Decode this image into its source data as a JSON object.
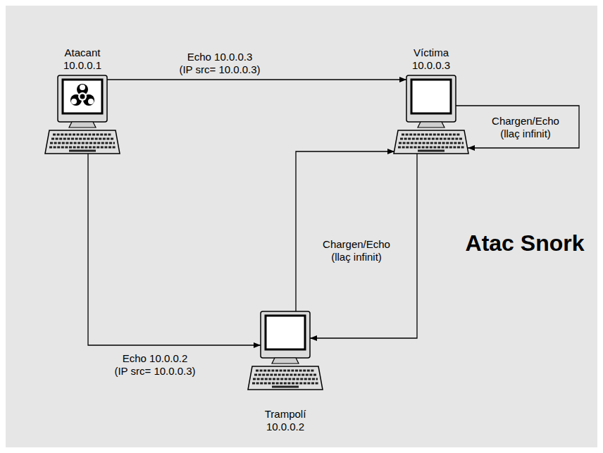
{
  "diagram": {
    "title": "Atac Snork",
    "nodes": [
      {
        "text": [
          "Atacant",
          "10.0.0.1"
        ]
      },
      {
        "text": [
          "Víctima",
          "10.0.0.3"
        ]
      },
      {
        "text": [
          "Trampolí",
          "10.0.0.2"
        ]
      }
    ],
    "edges": [
      {
        "from": 0,
        "to": 1,
        "arrow": "to",
        "label": "Echo 10.0.0.3 (IP src= 10.0.0.3)"
      },
      {
        "from": 0,
        "to": 2,
        "arrow": "to",
        "label": "Echo 10.0.0.2 (IP src= 10.0.0.3)"
      },
      {
        "from": 1,
        "to": 1,
        "arrow": "to",
        "label": "Chargen/Echo (llaç infinit)"
      },
      {
        "from": 2,
        "to": 1,
        "arrow": "to",
        "label": "Chargen/Echo (llaç infinit)"
      },
      {
        "from": 1,
        "to": 2,
        "arrow": "to"
      }
    ]
  }
}
